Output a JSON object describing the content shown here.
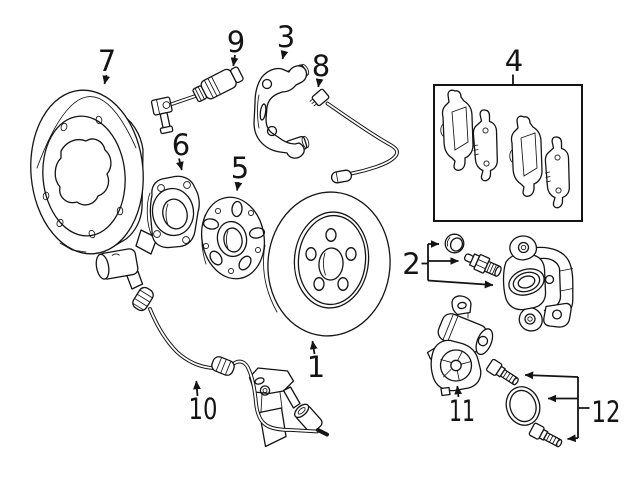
{
  "background": "#ffffff",
  "ink": "#141414",
  "callouts": [
    {
      "label": "1",
      "name": "brake-rotor"
    },
    {
      "label": "2",
      "name": "caliper-and-hardware"
    },
    {
      "label": "3",
      "name": "caliper-mount-bracket"
    },
    {
      "label": "4",
      "name": "brake-pad-set"
    },
    {
      "label": "5",
      "name": "hub-flange"
    },
    {
      "label": "6",
      "name": "wheel-bearing-hub"
    },
    {
      "label": "7",
      "name": "splash-shield"
    },
    {
      "label": "8",
      "name": "brake-hose"
    },
    {
      "label": "9",
      "name": "pad-wear-sensor"
    },
    {
      "label": "10",
      "name": "abs-speed-sensor"
    },
    {
      "label": "11",
      "name": "parking-brake-actuator"
    },
    {
      "label": "12",
      "name": "seal-and-bolt-kit"
    }
  ]
}
